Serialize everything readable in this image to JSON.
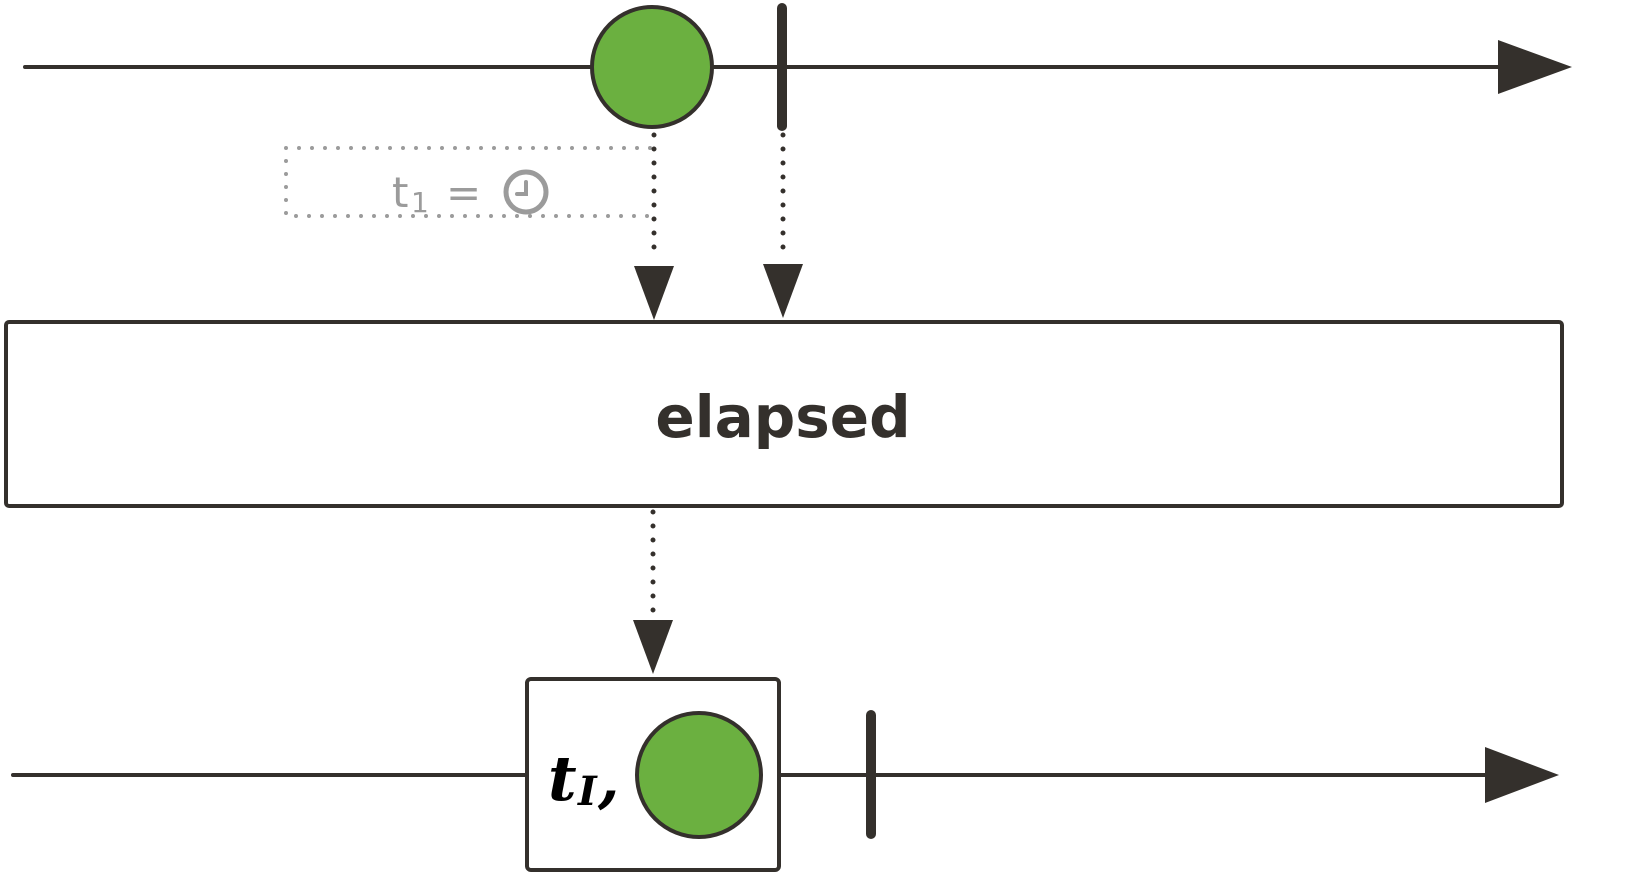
{
  "operator": {
    "name": "elapsed"
  },
  "annotation": {
    "variable": "t",
    "subscript": "1",
    "equals": "=",
    "icon": "clock-icon"
  },
  "output_item": {
    "variable": "t",
    "subscript": "I",
    "separator": ","
  },
  "colors": {
    "marble": "#6bb040",
    "stroke": "#34302c",
    "annotation": "#9b9b9b"
  }
}
